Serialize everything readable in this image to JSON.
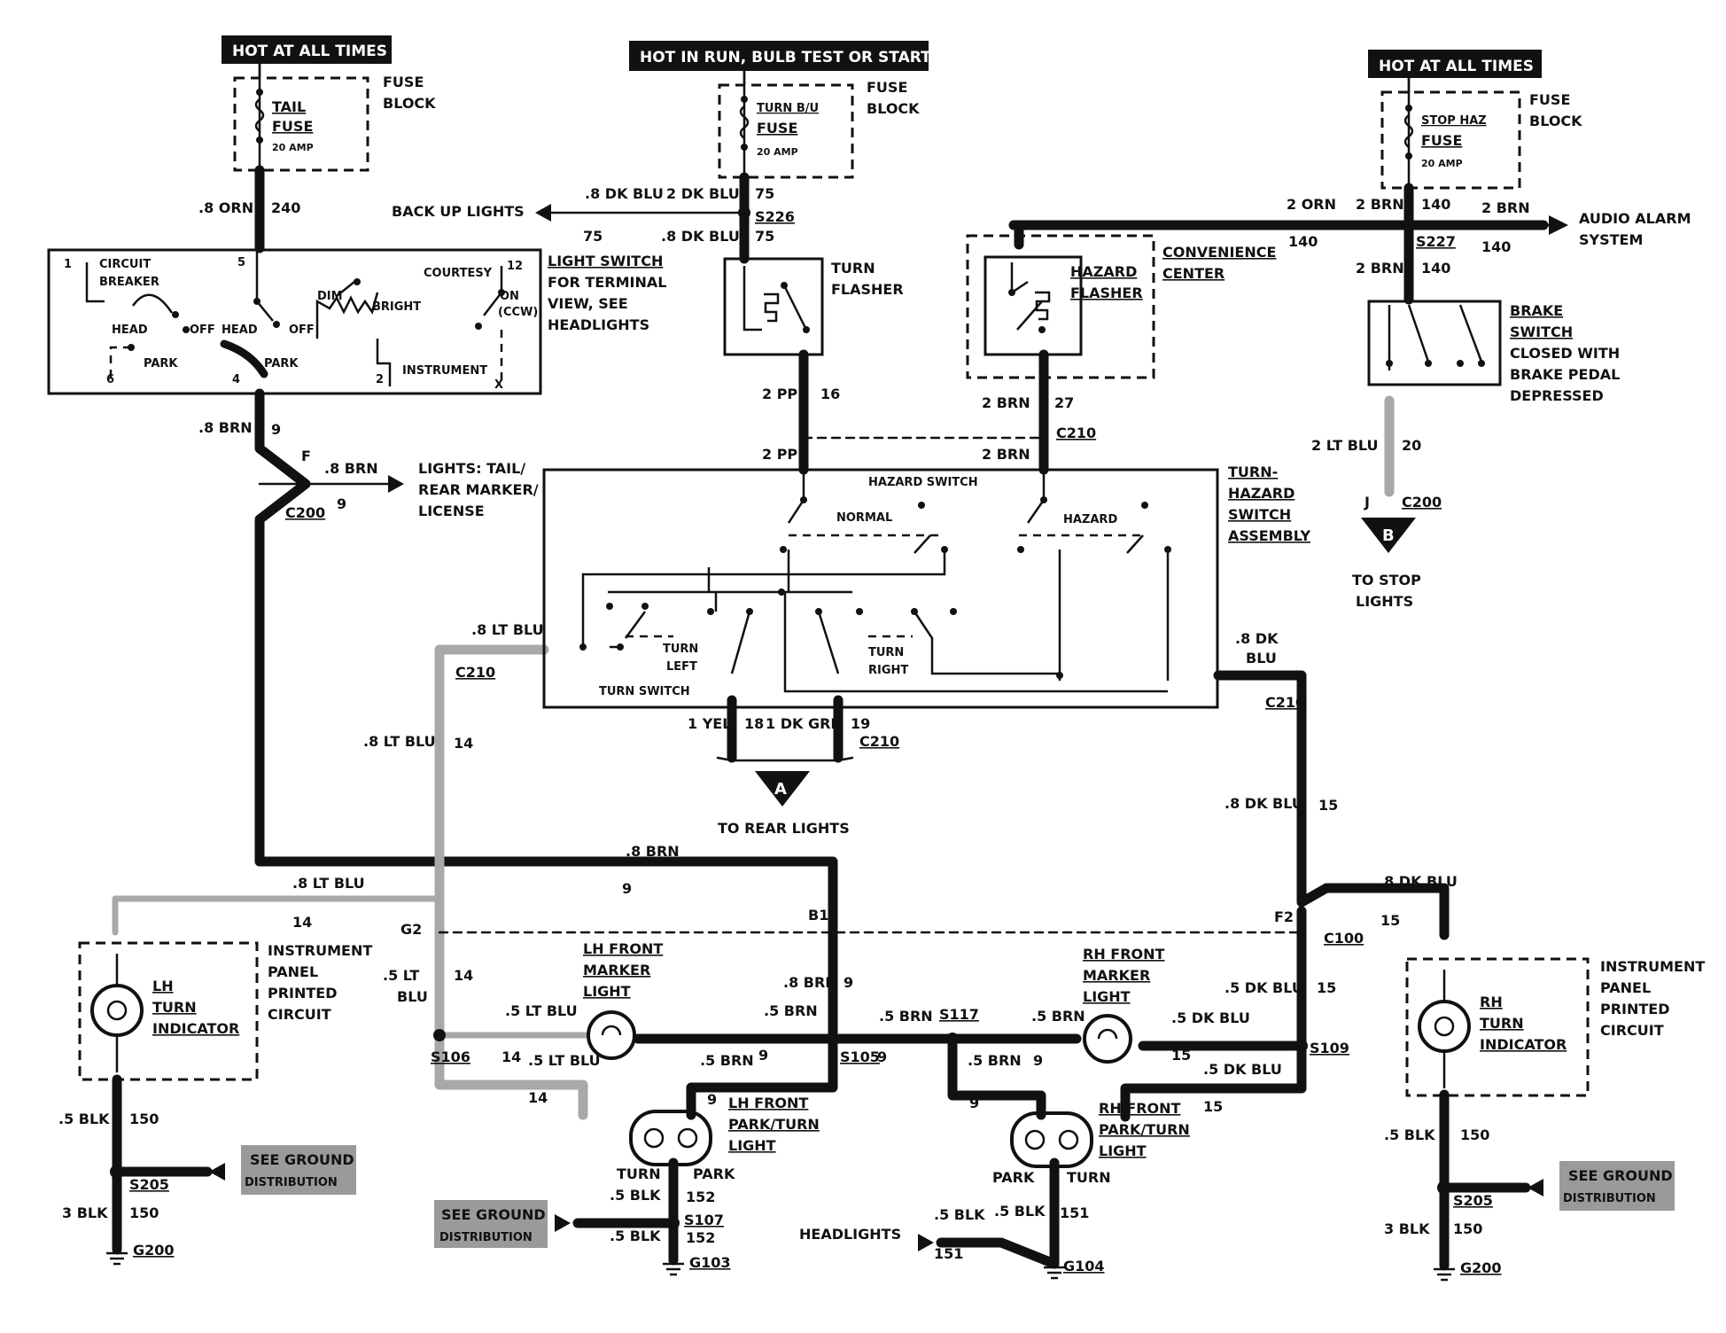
{
  "power": {
    "hot_all_times_left": "HOT AT ALL TIMES",
    "hot_run": "HOT IN RUN,  BULB TEST OR START",
    "hot_all_times_right": "HOT AT ALL TIMES"
  },
  "fuse_block_left": {
    "l1": "FUSE",
    "l2": "BLOCK",
    "f1": "TAIL",
    "f2": "FUSE",
    "amp": "20 AMP"
  },
  "fuse_block_mid": {
    "l1": "FUSE",
    "l2": "BLOCK",
    "f1": "TURN B/U",
    "f2": "FUSE",
    "amp": "20 AMP"
  },
  "fuse_block_right": {
    "l1": "FUSE",
    "l2": "BLOCK",
    "f1": "STOP HAZ",
    "f2": "FUSE",
    "amp": "20 AMP"
  },
  "light_switch": {
    "title": "LIGHT SWITCH",
    "note1": "FOR TERMINAL",
    "note2": "VIEW, SEE",
    "note3": "HEADLIGHTS",
    "circuit": "CIRCUIT",
    "breaker": "BREAKER",
    "head1": "HEAD",
    "park1": "PARK",
    "off1": "OFF",
    "head2": "HEAD",
    "park2": "PARK",
    "off2": "OFF",
    "dim": "DIM",
    "bright": "BRIGHT",
    "courtesy": "COURTESY",
    "on": "ON",
    "ccw": "(CCW)",
    "instrument": "INSTRUMENT",
    "t1": "1",
    "t5": "5",
    "t12": "12",
    "t6": "6",
    "t4": "4",
    "t2": "2",
    "tx": "X"
  },
  "wires": {
    "w_08orn": ".8 ORN",
    "w_240": "240",
    "w_08brn_a": ".8 BRN",
    "w_9a": "9",
    "w_F": "F",
    "w_08brn_b": ".8 BRN",
    "w_9b": "9",
    "w_c200a": "C200",
    "lights_tail1": "LIGHTS: TAIL/",
    "lights_tail2": "REAR MARKER/",
    "lights_tail3": "LICENSE",
    "backup": "BACK UP LIGHTS",
    "w_08dkblu_a": ".8 DK BLU",
    "w_2dkblu": "2 DK BLU",
    "w_75a": "75",
    "w_s226": "S226",
    "w_75b": "75",
    "w_08dkblu_b": ".8 DK BLU",
    "w_75c": "75",
    "w_2ppl_a": "2 PPL",
    "w_16": "16",
    "w_2ppl_b": "2 PPL",
    "w_2orn": "2 ORN",
    "w_2brn_a": "2 BRN",
    "w_140a": "140",
    "w_2brn_b": "2 BRN",
    "w_140b": "140",
    "w_s227": "S227",
    "w_140c": "140",
    "w_2brn_c": "2 BRN",
    "w_140d": "140",
    "audio1": "AUDIO ALARM",
    "audio2": "SYSTEM",
    "w_2brn_d": "2 BRN",
    "w_27": "27",
    "w_c210a": "C210",
    "w_2brn_e": "2 BRN",
    "w_2ltblu": "2 LT BLU",
    "w_20": "20",
    "w_J": "J",
    "w_c200b": "C200",
    "stop1": "TO STOP",
    "stop2": "LIGHTS",
    "w_08ltblu_a": ".8 LT BLU",
    "w_c210b": "C210",
    "w_08ltblu_b": ".8 LT BLU",
    "w_14a": "14",
    "w_08dk": ".8 DK",
    "w_blu": "BLU",
    "w_c210c": "C210",
    "w_08dkblu_c": ".8 DK BLU",
    "w_15a": "15",
    "w_1yel": "1 YEL",
    "w_18": "18",
    "w_1dkgrn": "1 DK GRN",
    "w_19": "19",
    "w_c210d": "C210",
    "rear": "TO REAR LIGHTS",
    "w_08brn_c": ".8 BRN",
    "w_9c": "9",
    "w_08ltblu_c": ".8 LT BLU",
    "w_14b": "14",
    "w_G2": "G2",
    "w_B1": "B1",
    "w_F2": "F2",
    "w_c100": "C100",
    "w_08dkblu_d": ".8 DK BLU",
    "w_15b": "15",
    "w_05lt": ".5 LT",
    "w_blu2": "BLU",
    "w_14c": "14",
    "w_08brn_d": ".8 BRN",
    "w_9d": "9",
    "w_05dkblu_a": ".5 DK BLU",
    "w_15c": "15",
    "w_05ltblu_a": ".5 LT BLU",
    "w_05brn_a": ".5 BRN",
    "w_05brn_b": ".5 BRN",
    "w_s117": "S117",
    "w_05brn_c": ".5 BRN",
    "w_05dkblu_b": ".5 DK BLU",
    "w_s106": "S106",
    "w_14d": "14",
    "w_05ltblu_b": ".5 LT BLU",
    "w_9e": "9",
    "w_s105": "S105",
    "w_9f": "9",
    "w_15d": "15",
    "w_s109": "S109",
    "w_05brn_d": ".5 BRN",
    "w_9g": "9",
    "w_05dkblu_c": ".5 DK BLU",
    "w_14e": "14",
    "w_9h": "9",
    "w_9i": "9",
    "w_15e": "15",
    "w_05blk_a": ".5 BLK",
    "w_150a": "150",
    "w_s205a": "S205",
    "w_3blk_a": "3 BLK",
    "w_150b": "150",
    "w_g200a": "G200",
    "w_05blk_b": ".5 BLK",
    "w_150c": "150",
    "w_s205b": "S205",
    "w_3blk_b": "3 BLK",
    "w_150d": "150",
    "w_g200b": "G200",
    "w_turn_a": "TURN",
    "w_park_a": "PARK",
    "w_05blk_c": ".5 BLK",
    "w_152a": "152",
    "w_s107": "S107",
    "w_05blk_d": ".5 BLK",
    "w_152b": "152",
    "w_g103": "G103",
    "w_park_b": "PARK",
    "w_turn_b": "TURN",
    "headlights": "HEADLIGHTS",
    "w_05blk_e": ".5 BLK",
    "w_05blk_f": ".5 BLK",
    "w_151a": "151",
    "w_151b": "151",
    "w_g104": "G104"
  },
  "components": {
    "turn_flasher1": "TURN",
    "turn_flasher2": "FLASHER",
    "hazard_flasher1": "HAZARD",
    "hazard_flasher2": "FLASHER",
    "conv1": "CONVENIENCE",
    "conv2": "CENTER",
    "brake1": "BRAKE",
    "brake2": "SWITCH",
    "brake3": "CLOSED WITH",
    "brake4": "BRAKE PEDAL",
    "brake5": "DEPRESSED",
    "hazard_switch": "HAZARD SWITCH",
    "normal": "NORMAL",
    "hazard": "HAZARD",
    "turn_left1": "TURN",
    "turn_left2": "LEFT",
    "turn_right1": "TURN",
    "turn_right2": "RIGHT",
    "turn_switch": "TURN SWITCH",
    "tha1": "TURN-",
    "tha2": "HAZARD",
    "tha3": "SWITCH",
    "tha4": "ASSEMBLY",
    "conn_A": "A",
    "conn_B": "B",
    "lh_ind1": "LH",
    "lh_ind2": "TURN",
    "lh_ind3": "INDICATOR",
    "rh_ind1": "RH",
    "rh_ind2": "TURN",
    "rh_ind3": "INDICATOR",
    "ip_l1": "INSTRUMENT",
    "ip_l2": "PANEL",
    "ip_l3": "PRINTED",
    "ip_l4": "CIRCUIT",
    "ip_r1": "INSTRUMENT",
    "ip_r2": "PANEL",
    "ip_r3": "PRINTED",
    "ip_r4": "CIRCUIT",
    "lhfm1": "LH FRONT",
    "lhfm2": "MARKER",
    "lhfm3": "LIGHT",
    "rhfm1": "RH FRONT",
    "rhfm2": "MARKER",
    "rhfm3": "LIGHT",
    "lhpt1": "LH FRONT",
    "lhpt2": "PARK/TURN",
    "lhpt3": "LIGHT",
    "rhpt1": "RH FRONT",
    "rhpt2": "PARK/TURN",
    "rhpt3": "LIGHT",
    "gd1": "SEE GROUND",
    "gd2": "DISTRIBUTION",
    "gd3": "SEE GROUND",
    "gd4": "DISTRIBUTION",
    "gd5": "SEE GROUND",
    "gd6": "DISTRIBUTION"
  }
}
